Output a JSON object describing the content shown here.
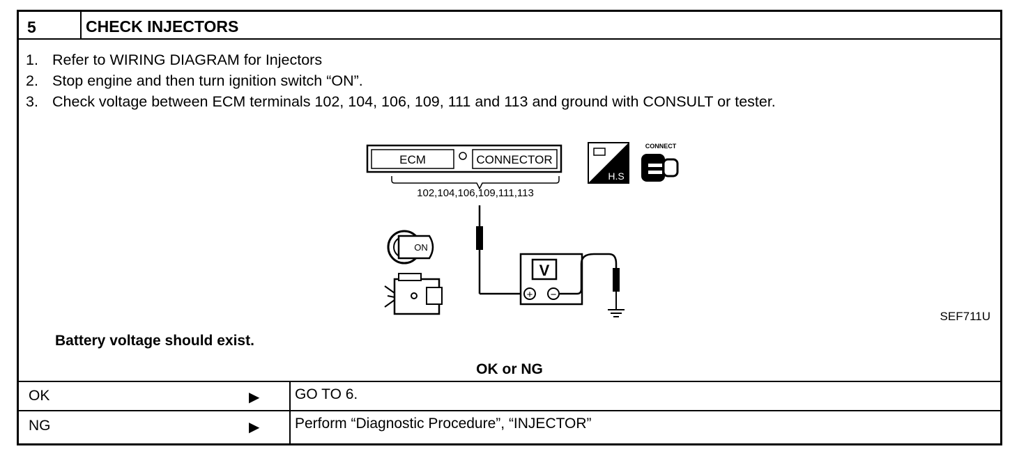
{
  "header": {
    "number": "5",
    "title": "CHECK INJECTORS"
  },
  "steps": [
    {
      "num": "1.",
      "text": "Refer to WIRING DIAGRAM for Injectors"
    },
    {
      "num": "2.",
      "text": "Stop engine and then turn ignition switch “ON”."
    },
    {
      "num": "3.",
      "text": "Check voltage between ECM terminals 102, 104, 106, 109, 111 and 113 and ground with CONSULT or tester."
    }
  ],
  "diagram": {
    "ecm_label": "ECM",
    "connector_label": "CONNECTOR",
    "terminals": "102,104,106,109,111,113",
    "hs_label": "H.S",
    "connect_label": "CONNECT",
    "ign_label": "ON",
    "meter_label": "V",
    "plus_label": "+",
    "minus_label": "−"
  },
  "figure_id": "SEF711U",
  "spec": "Battery voltage should exist.",
  "result_heading": "OK or NG",
  "results": [
    {
      "status": "OK",
      "arrow": "▶",
      "action": "GO TO 6."
    },
    {
      "status": "NG",
      "arrow": "▶",
      "action": "Perform “Diagnostic Procedure”, “INJECTOR”"
    }
  ],
  "icons": [
    "ignition-key-icon",
    "engine-icon",
    "hood-switch-icon",
    "connect-connector-icon",
    "ground-icon"
  ]
}
